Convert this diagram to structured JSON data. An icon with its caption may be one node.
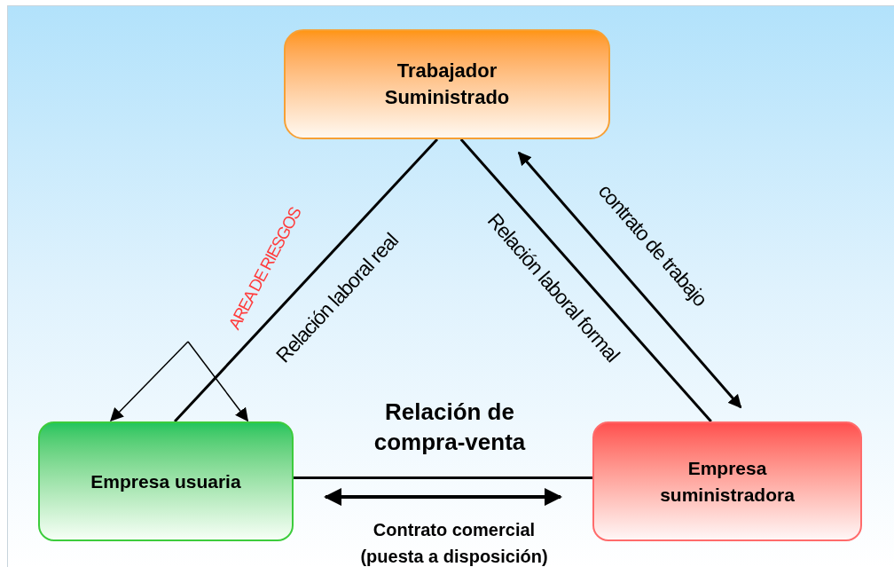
{
  "diagram": {
    "nodes": [
      {
        "text": [
          "Trabajador Suministrado"
        ]
      },
      {
        "text": [
          "Empresa usuaria"
        ]
      },
      {
        "text": [
          "Empresa suministradora"
        ]
      },
      {
        "text": [
          "AREA DE RIESGOS"
        ]
      }
    ],
    "edges": [
      {
        "from": 0,
        "to": 1,
        "arrow": "none",
        "label": "Relación laboral real"
      },
      {
        "from": 0,
        "to": 2,
        "arrow": "none",
        "label": "Relación laboral formal"
      },
      {
        "from": 0,
        "to": 2,
        "arrow": "both",
        "label": "contrato de trabajo"
      },
      {
        "from": 1,
        "to": 2,
        "arrow": "none",
        "label": "Relación de compra-venta"
      },
      {
        "from": 1,
        "to": 2,
        "arrow": "both",
        "label": "Contrato comercial (puesta a disposición)"
      },
      {
        "from": 3,
        "to": 1,
        "arrow": "to"
      },
      {
        "from": 3,
        "to": 1,
        "arrow": "to"
      }
    ]
  }
}
